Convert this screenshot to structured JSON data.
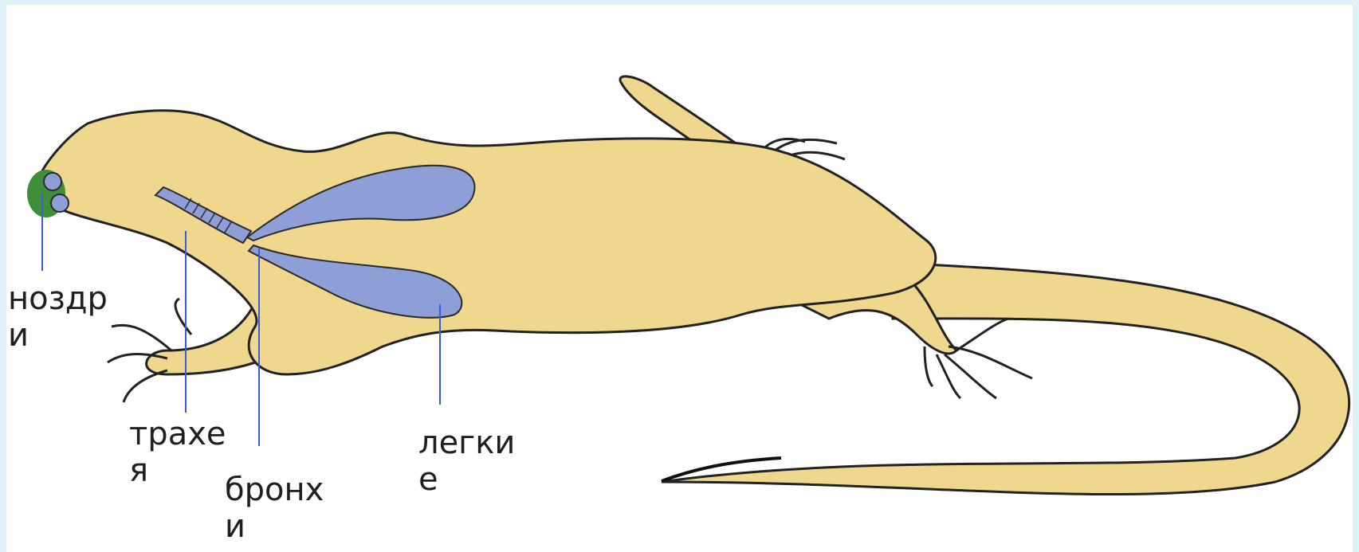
{
  "labels": {
    "nostrils": "ноздри",
    "trachea": "трахея",
    "bronchi": "бронхи",
    "lungs": "легкие"
  },
  "colors": {
    "body": "#f0d78e",
    "outline": "#222222",
    "organs": "#8e9ed6",
    "nostril": "#3f8f3a",
    "pointer": "#3b5bd8",
    "frame": "#dff1fb"
  }
}
